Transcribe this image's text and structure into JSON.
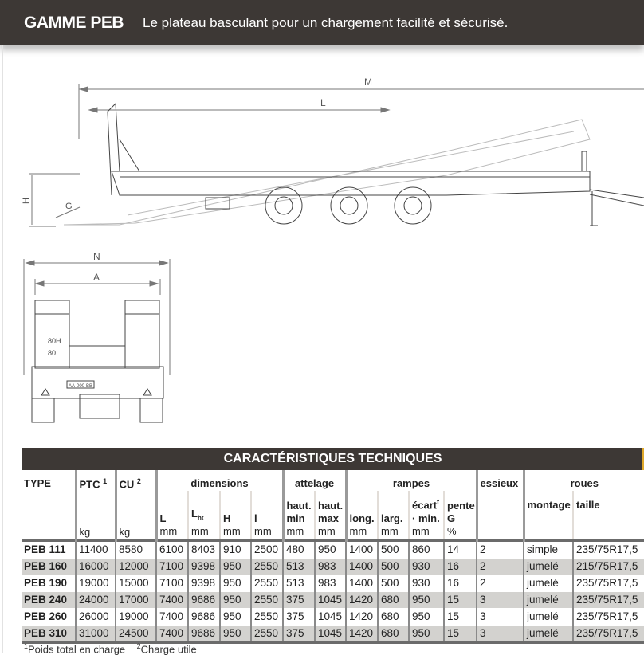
{
  "header": {
    "title": "GAMME PEB",
    "subtitle": "Le plateau basculant pour un chargement facilité et sécurisé."
  },
  "side_view": {
    "dims": {
      "M": "M",
      "L": "L",
      "H": "H",
      "G": "G"
    }
  },
  "rear_view": {
    "dims": {
      "N": "N",
      "A": "A"
    },
    "plate": "AA-000-BB",
    "sign1": "80H",
    "sign2": "80"
  },
  "table": {
    "title": "CARACTÉRISTIQUES TECHNIQUES",
    "groups": {
      "type": "TYPE",
      "ptc": "PTC",
      "ptc_sup": "1",
      "cu": "CU",
      "cu_sup": "2",
      "dimensions": "dimensions",
      "attelage": "attelage",
      "rampes": "rampes",
      "essieux": "essieux",
      "roues": "roues"
    },
    "units_kg": "kg",
    "sub": [
      {
        "label": "L",
        "unit": "mm"
      },
      {
        "label": "L",
        "sub": "ht",
        "unit": "mm"
      },
      {
        "label": "H",
        "unit": "mm"
      },
      {
        "label": "l",
        "unit": "mm"
      },
      {
        "label": "haut. min",
        "unit": "mm"
      },
      {
        "label": "haut. max",
        "unit": "mm"
      },
      {
        "label": "long.",
        "unit": "mm"
      },
      {
        "label": "larg.",
        "unit": "mm"
      },
      {
        "label": "écart",
        "sup": "t",
        "label2": "· min.",
        "unit": "mm"
      },
      {
        "label": "pente G",
        "unit": "%"
      }
    ],
    "roues_sub": {
      "montage": "montage",
      "taille": "taille"
    },
    "rows": [
      [
        "PEB 111",
        "11400",
        "8580",
        "6100",
        "8403",
        "910",
        "2500",
        "480",
        "950",
        "1400",
        "500",
        "860",
        "14",
        "2",
        "simple",
        "235/75R17,5"
      ],
      [
        "PEB 160",
        "16000",
        "12000",
        "7100",
        "9398",
        "950",
        "2550",
        "513",
        "983",
        "1400",
        "500",
        "930",
        "16",
        "2",
        "jumelé",
        "215/75R17,5"
      ],
      [
        "PEB 190",
        "19000",
        "15000",
        "7100",
        "9398",
        "950",
        "2550",
        "513",
        "983",
        "1400",
        "500",
        "930",
        "16",
        "2",
        "jumelé",
        "235/75R17,5"
      ],
      [
        "PEB 240",
        "24000",
        "17000",
        "7400",
        "9686",
        "950",
        "2550",
        "375",
        "1045",
        "1420",
        "680",
        "950",
        "15",
        "3",
        "jumelé",
        "235/75R17,5"
      ],
      [
        "PEB 260",
        "26000",
        "19000",
        "7400",
        "9686",
        "950",
        "2550",
        "375",
        "1045",
        "1420",
        "680",
        "950",
        "15",
        "3",
        "jumelé",
        "235/75R17,5"
      ],
      [
        "PEB 310",
        "31000",
        "24500",
        "7400",
        "9686",
        "950",
        "2550",
        "375",
        "1045",
        "1420",
        "680",
        "950",
        "15",
        "3",
        "jumelé",
        "235/75R17,5"
      ]
    ]
  },
  "footnote": {
    "n1": "1",
    "t1": "Poids total en charge",
    "n2": "2",
    "t2": "Charge utile"
  }
}
